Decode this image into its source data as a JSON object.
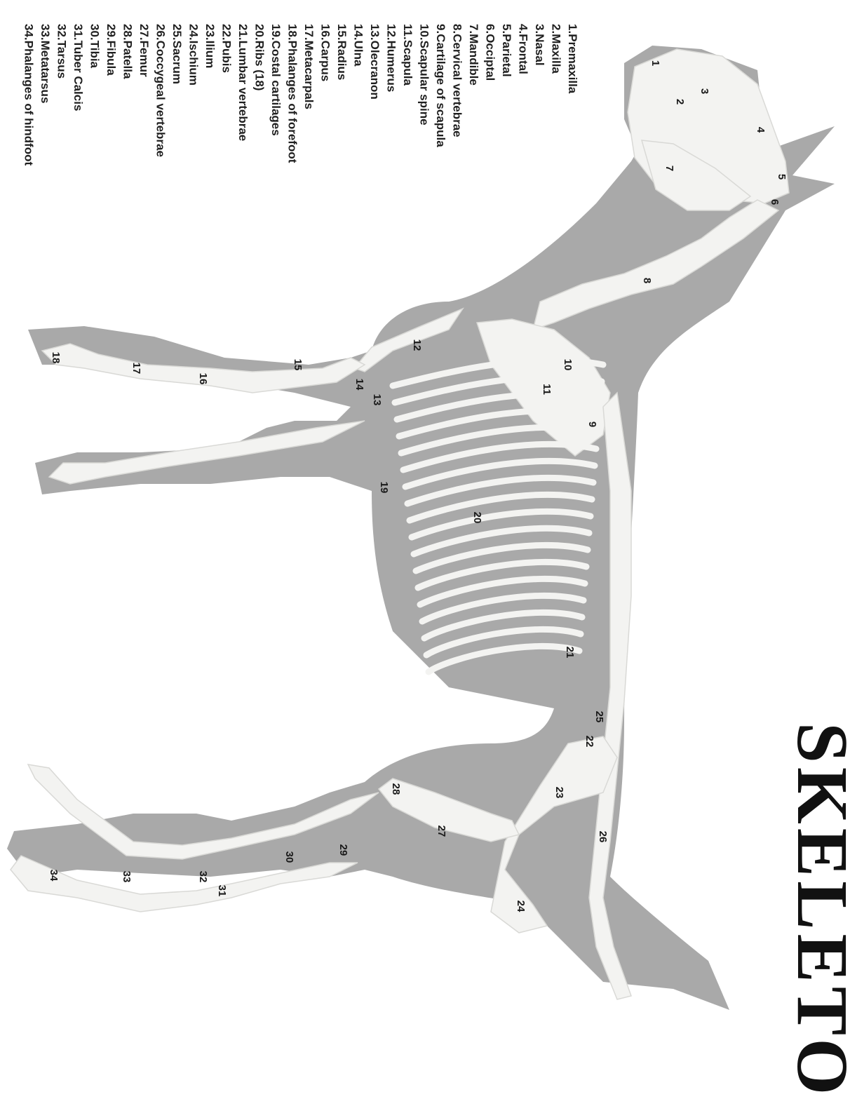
{
  "title": "SKELETO",
  "accent_colors": {
    "silhouette": "#a9a9a9",
    "bone": "#f3f3f1",
    "text": "#1f1f1f"
  },
  "legend": [
    {
      "num": "1.",
      "label": "Premaxilla"
    },
    {
      "num": "2.",
      "label": "Maxilla"
    },
    {
      "num": "3.",
      "label": "Nasal"
    },
    {
      "num": "4.",
      "label": "Frontal"
    },
    {
      "num": "5.",
      "label": "Parietal"
    },
    {
      "num": "6.",
      "label": "Occiptal"
    },
    {
      "num": "7.",
      "label": "Mandible"
    },
    {
      "num": "8.",
      "label": "Cervical vertebrae"
    },
    {
      "num": "9.",
      "label": "Cartilage of scapula"
    },
    {
      "num": "10.",
      "label": "Scapular spine"
    },
    {
      "num": "11.",
      "label": "Scapula"
    },
    {
      "num": "12.",
      "label": "Humerus"
    },
    {
      "num": "13.",
      "label": "Olecranon"
    },
    {
      "num": "14.",
      "label": "Ulna"
    },
    {
      "num": "15.",
      "label": "Radius"
    },
    {
      "num": "16.",
      "label": "Carpus"
    },
    {
      "num": "17.",
      "label": "Metacarpals"
    },
    {
      "num": "18.",
      "label": "Phalanges of forefoot"
    },
    {
      "num": "19.",
      "label": "Costal cartilages"
    },
    {
      "num": "20.",
      "label": "Ribs (18)"
    },
    {
      "num": "21.",
      "label": "Lumbar vertebrae"
    },
    {
      "num": "22.",
      "label": "Pubis"
    },
    {
      "num": "23.",
      "label": "Ilium"
    },
    {
      "num": "24.",
      "label": "Ischium"
    },
    {
      "num": "25.",
      "label": "Sacrum"
    },
    {
      "num": "26.",
      "label": "Coccygeal vertebrae"
    },
    {
      "num": "27.",
      "label": "Femur"
    },
    {
      "num": "28.",
      "label": "Patella"
    },
    {
      "num": "29.",
      "label": "Fibula"
    },
    {
      "num": "30.",
      "label": "Tibia"
    },
    {
      "num": "31.",
      "label": "Tuber Calcis"
    },
    {
      "num": "32.",
      "label": "Tarsus"
    },
    {
      "num": "33.",
      "label": "Metatarsus"
    },
    {
      "num": "34.",
      "label": "Phalanges of hindfoot"
    }
  ],
  "callouts": [
    "1",
    "2",
    "3",
    "4",
    "5",
    "6",
    "7",
    "8",
    "9",
    "10",
    "11",
    "12",
    "13",
    "14",
    "15",
    "16",
    "17",
    "18",
    "19",
    "20",
    "21",
    "22",
    "23",
    "24",
    "25",
    "26",
    "27",
    "28",
    "29",
    "30",
    "31",
    "32",
    "33",
    "34"
  ]
}
